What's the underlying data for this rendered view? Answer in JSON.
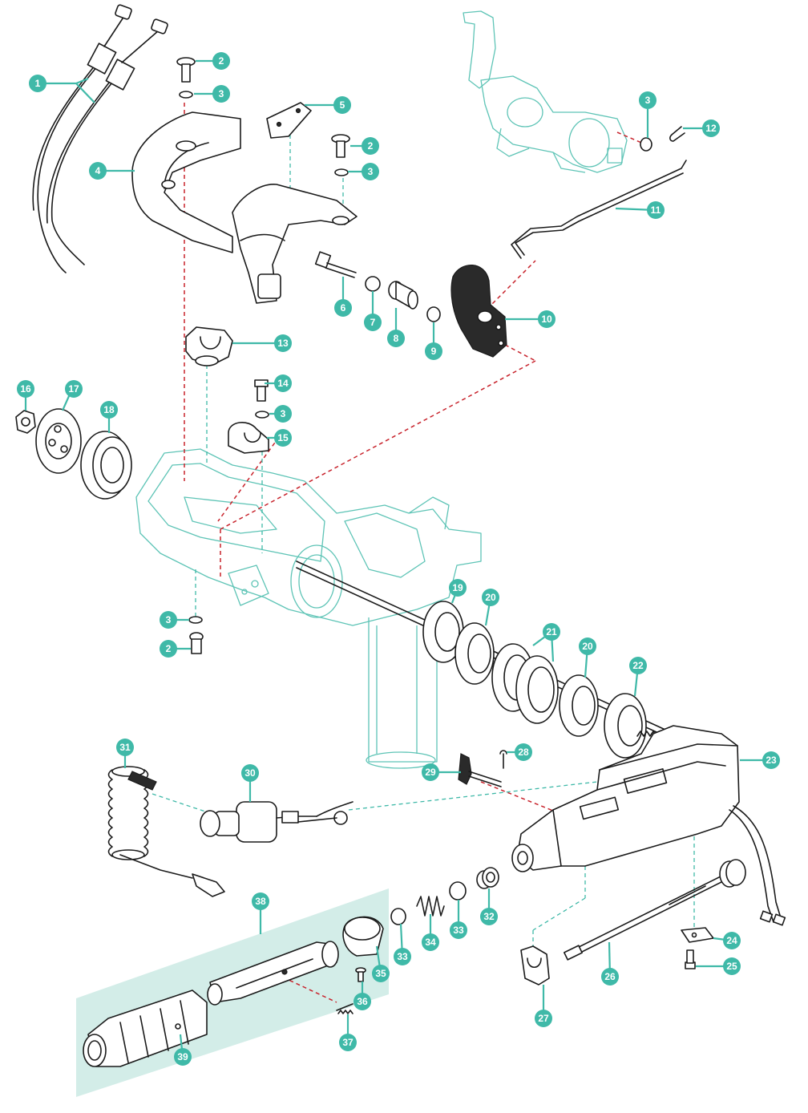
{
  "colors": {
    "teal": "#3fb9a8",
    "ghost": "#5ec4b6",
    "red_dash": "#c8232c",
    "panel": "#d3ede8",
    "line": "#1a1a1a"
  },
  "callouts": [
    {
      "label": "1"
    },
    {
      "label": "2"
    },
    {
      "label": "3"
    },
    {
      "label": "4"
    },
    {
      "label": "5"
    },
    {
      "label": "2"
    },
    {
      "label": "3"
    },
    {
      "label": "3"
    },
    {
      "label": "12"
    },
    {
      "label": "11"
    },
    {
      "label": "6"
    },
    {
      "label": "7"
    },
    {
      "label": "8"
    },
    {
      "label": "9"
    },
    {
      "label": "10"
    },
    {
      "label": "13"
    },
    {
      "label": "14"
    },
    {
      "label": "3"
    },
    {
      "label": "15"
    },
    {
      "label": "16"
    },
    {
      "label": "17"
    },
    {
      "label": "18"
    },
    {
      "label": "19"
    },
    {
      "label": "20"
    },
    {
      "label": "21"
    },
    {
      "label": "20"
    },
    {
      "label": "22"
    },
    {
      "label": "3"
    },
    {
      "label": "2"
    },
    {
      "label": "23"
    },
    {
      "label": "28"
    },
    {
      "label": "29"
    },
    {
      "label": "31"
    },
    {
      "label": "30"
    },
    {
      "label": "38"
    },
    {
      "label": "32"
    },
    {
      "label": "33"
    },
    {
      "label": "34"
    },
    {
      "label": "33"
    },
    {
      "label": "35"
    },
    {
      "label": "36"
    },
    {
      "label": "37"
    },
    {
      "label": "39"
    },
    {
      "label": "24"
    },
    {
      "label": "25"
    },
    {
      "label": "26"
    },
    {
      "label": "27"
    }
  ]
}
